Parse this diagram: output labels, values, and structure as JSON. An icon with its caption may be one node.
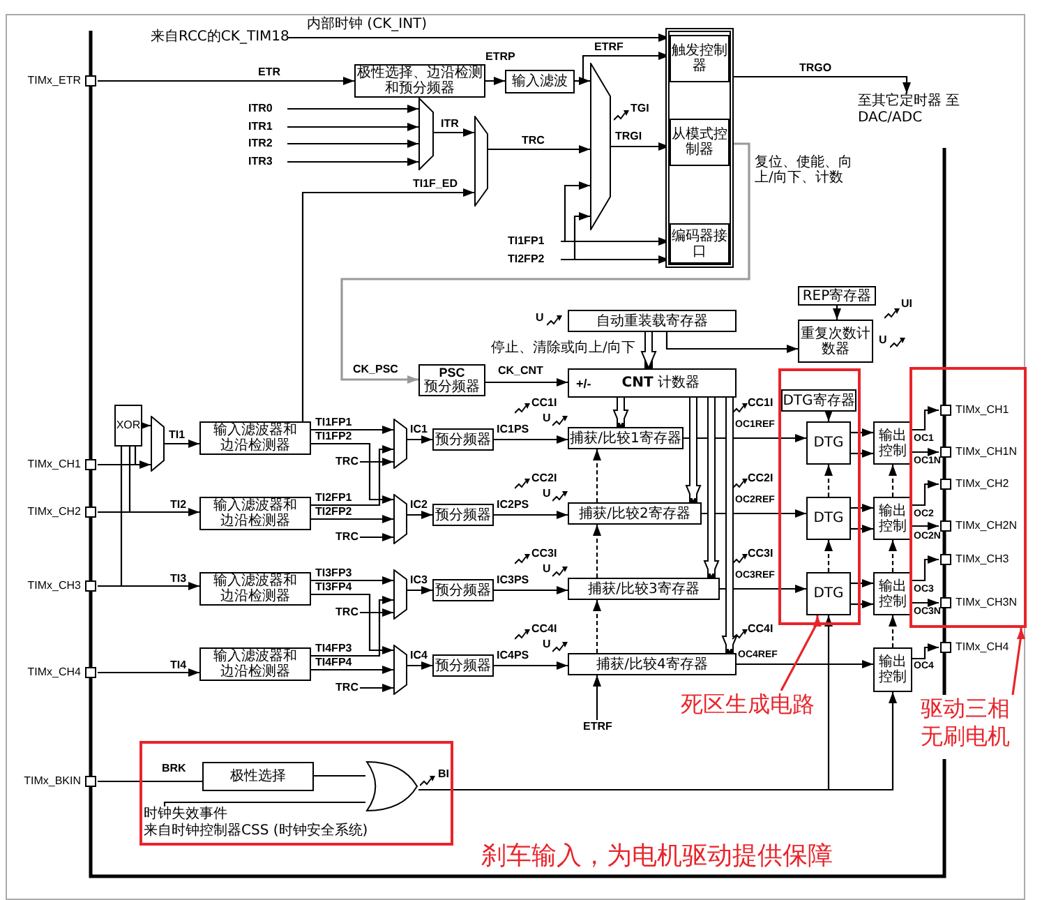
{
  "diagram": {
    "nodes": [
      {
        "text": [
          "来自RCC的CK_TIM18"
        ]
      },
      {
        "text": [
          "TIMx_ETR"
        ]
      },
      {
        "text": [
          "极性选择、边沿检测和预分频器"
        ]
      },
      {
        "text": [
          "输入滤波"
        ]
      },
      {
        "text": [],
        "shape": "trapezoid"
      },
      {
        "text": [],
        "shape": "trapezoid"
      },
      {
        "text": [],
        "shape": "trapezoid"
      },
      {
        "text": [],
        "shape": "box"
      },
      {
        "text": [
          "触发控制器"
        ],
        "in": 7
      },
      {
        "text": [
          "从模式控制器"
        ],
        "in": 7
      },
      {
        "text": [
          "编码器接口"
        ],
        "in": 7
      },
      {
        "text": [
          "ITR0"
        ]
      },
      {
        "text": [
          "ITR1"
        ]
      },
      {
        "text": [
          "ITR2"
        ]
      },
      {
        "text": [
          "ITR3"
        ]
      },
      {
        "text": [
          "TI1FP1"
        ]
      },
      {
        "text": [
          "TI2FP2"
        ]
      },
      {
        "text": [
          "PSC",
          "预分频器"
        ]
      },
      {
        "text": [
          "自动重装载寄存器"
        ]
      },
      {
        "text": [
          "+/-",
          "**CNT** 计数器"
        ]
      },
      {
        "text": [
          "REP寄存器"
        ]
      },
      {
        "text": [
          "重复次数计数器"
        ]
      },
      {
        "text": [
          "TIMx_CH1"
        ]
      },
      {
        "text": [
          "TIMx_CH2"
        ]
      },
      {
        "text": [
          "TIMx_CH3"
        ]
      },
      {
        "text": [
          "TIMx_CH4"
        ]
      },
      {
        "text": [
          "XOR"
        ]
      },
      {
        "text": [],
        "shape": "trapezoid"
      },
      {
        "text": [
          "输入滤波器和边沿检测器"
        ]
      },
      {
        "text": [
          "输入滤波器和边沿检测器"
        ]
      },
      {
        "text": [
          "输入滤波器和边沿检测器"
        ]
      },
      {
        "text": [
          "输入滤波器和边沿检测器"
        ]
      },
      {
        "text": [],
        "shape": "trapezoid"
      },
      {
        "text": [],
        "shape": "trapezoid"
      },
      {
        "text": [],
        "shape": "trapezoid"
      },
      {
        "text": [],
        "shape": "trapezoid"
      },
      {
        "text": [
          "预分频器"
        ]
      },
      {
        "text": [
          "预分频器"
        ]
      },
      {
        "text": [
          "预分频器"
        ]
      },
      {
        "text": [
          "预分频器"
        ]
      },
      {
        "text": [
          "捕获/比较1寄存器"
        ]
      },
      {
        "text": [
          "捕获/比较2寄存器"
        ]
      },
      {
        "text": [
          "捕获/比较3寄存器"
        ]
      },
      {
        "text": [
          "捕获/比较4寄存器"
        ]
      },
      {
        "text": [],
        "shape": "box"
      },
      {
        "text": [
          "DTG寄存器"
        ],
        "in": 44
      },
      {
        "text": [
          "DTG"
        ],
        "in": 44
      },
      {
        "text": [
          "DTG"
        ],
        "in": 44
      },
      {
        "text": [
          "DTG"
        ],
        "in": 44
      },
      {
        "text": [
          "输出控制"
        ]
      },
      {
        "text": [
          "输出控制"
        ]
      },
      {
        "text": [
          "输出控制"
        ]
      },
      {
        "text": [
          "输出控制"
        ]
      },
      {
        "text": [],
        "shape": "box"
      },
      {
        "text": [
          "TIMx_CH1"
        ],
        "in": 53
      },
      {
        "text": [
          "TIMx_CH1N"
        ],
        "in": 53
      },
      {
        "text": [
          "TIMx_CH2"
        ],
        "in": 53
      },
      {
        "text": [
          "TIMx_CH2N"
        ],
        "in": 53
      },
      {
        "text": [
          "TIMx_CH3"
        ],
        "in": 53
      },
      {
        "text": [
          "TIMx_CH3N"
        ],
        "in": 53
      },
      {
        "text": [
          "TIMx_CH4"
        ]
      },
      {
        "text": [
          "TIMx_BKIN"
        ]
      },
      {
        "text": [],
        "shape": "box"
      },
      {
        "text": [
          "极性选择"
        ],
        "in": 62
      },
      {
        "text": [],
        "shape": "gate",
        "in": 62
      },
      {
        "text": [
          "ETRF"
        ]
      },
      {
        "text": [
          "死区生成电路"
        ]
      },
      {
        "text": [
          "驱动三相无刷电机"
        ]
      },
      {
        "text": [
          "至其它定时器 至 DAC/ADC"
        ]
      },
      {
        "text": [
          "时钟失效事件",
          "来自时钟控制器CSS (时钟安全系统)"
        ],
        "in": 62
      }
    ],
    "edges": [
      {
        "from": 0,
        "to": 8,
        "arrow": "to",
        "label": "内部时钟 (CK_INT)"
      },
      {
        "from": 1,
        "to": 2,
        "arrow": "to",
        "label": "ETR"
      },
      {
        "from": 2,
        "to": 3,
        "arrow": "to",
        "label": "ETRP"
      },
      {
        "from": 3,
        "to": 6,
        "arrow": "to"
      },
      {
        "from": 3,
        "to": 8,
        "arrow": "to",
        "label": "ETRF"
      },
      {
        "from": 11,
        "to": 4,
        "arrow": "to"
      },
      {
        "from": 12,
        "to": 4,
        "arrow": "to"
      },
      {
        "from": 13,
        "to": 4,
        "arrow": "to"
      },
      {
        "from": 14,
        "to": 4,
        "arrow": "to"
      },
      {
        "from": 4,
        "to": 5,
        "arrow": "to",
        "label": "ITR"
      },
      {
        "from": 28,
        "to": 5,
        "arrow": "to",
        "label": "TI1F_ED"
      },
      {
        "from": 5,
        "to": 6,
        "arrow": "to",
        "label": "TRC"
      },
      {
        "from": 6,
        "to": 9,
        "arrow": "to",
        "label": "TRGI"
      },
      {
        "from": 15,
        "to": 6,
        "arrow": "to"
      },
      {
        "from": 16,
        "to": 6,
        "arrow": "to"
      },
      {
        "from": 15,
        "to": 10,
        "arrow": "to"
      },
      {
        "from": 16,
        "to": 10,
        "arrow": "to"
      },
      {
        "from": 8,
        "to": 68,
        "arrow": "to",
        "label": "TRGO"
      },
      {
        "from": 9,
        "to": 17,
        "arrow": "to",
        "label": "CK_PSC",
        "color": "#999999"
      },
      {
        "from": 17,
        "to": 19,
        "arrow": "to",
        "label": "CK_CNT"
      },
      {
        "from": 18,
        "to": 19,
        "arrow": "to",
        "style": "thick"
      },
      {
        "from": 18,
        "to": 21,
        "arrow": "to",
        "label": "停止、清除或向上/向下"
      },
      {
        "from": 20,
        "to": 21,
        "arrow": "to"
      },
      {
        "from": 22,
        "to": 27,
        "arrow": "to"
      },
      {
        "from": 22,
        "to": 26,
        "arrow": "none"
      },
      {
        "from": 23,
        "to": 26,
        "arrow": "none"
      },
      {
        "from": 24,
        "to": 26,
        "arrow": "none"
      },
      {
        "from": 26,
        "to": 27,
        "arrow": "to"
      },
      {
        "from": 27,
        "to": 28,
        "arrow": "to",
        "label": "TI1"
      },
      {
        "from": 23,
        "to": 29,
        "arrow": "to",
        "label": "TI2"
      },
      {
        "from": 24,
        "to": 30,
        "arrow": "to",
        "label": "TI3"
      },
      {
        "from": 25,
        "to": 31,
        "arrow": "to",
        "label": "TI4"
      },
      {
        "from": 28,
        "to": 32,
        "arrow": "to",
        "label": "TI1FP1"
      },
      {
        "from": 28,
        "to": 33,
        "arrow": "to",
        "label": "TI1FP2"
      },
      {
        "from": null,
        "to": 32,
        "arrow": "to",
        "label": "TRC"
      },
      {
        "from": 29,
        "to": 32,
        "arrow": "to",
        "label": "TI2FP1"
      },
      {
        "from": 29,
        "to": 33,
        "arrow": "to",
        "label": "TI2FP2"
      },
      {
        "from": null,
        "to": 33,
        "arrow": "to",
        "label": "TRC"
      },
      {
        "from": 30,
        "to": 34,
        "arrow": "to",
        "label": "TI3FP3"
      },
      {
        "from": 30,
        "to": 35,
        "arrow": "to",
        "label": "TI3FP4"
      },
      {
        "from": null,
        "to": 34,
        "arrow": "to",
        "label": "TRC"
      },
      {
        "from": 31,
        "to": 34,
        "arrow": "to",
        "label": "TI4FP3"
      },
      {
        "from": 31,
        "to": 35,
        "arrow": "to",
        "label": "TI4FP4"
      },
      {
        "from": null,
        "to": 35,
        "arrow": "to",
        "label": "TRC"
      },
      {
        "from": 32,
        "to": 36,
        "arrow": "to",
        "label": "IC1"
      },
      {
        "from": 33,
        "to": 37,
        "arrow": "to",
        "label": "IC2"
      },
      {
        "from": 34,
        "to": 38,
        "arrow": "to",
        "label": "IC3"
      },
      {
        "from": 35,
        "to": 39,
        "arrow": "to",
        "label": "IC4"
      },
      {
        "from": 36,
        "to": 40,
        "arrow": "to",
        "label": "IC1PS"
      },
      {
        "from": 37,
        "to": 41,
        "arrow": "to",
        "label": "IC2PS"
      },
      {
        "from": 38,
        "to": 42,
        "arrow": "to",
        "label": "IC3PS"
      },
      {
        "from": 39,
        "to": 43,
        "arrow": "to",
        "label": "IC4PS"
      },
      {
        "from": 19,
        "to": 40,
        "arrow": "to",
        "style": "thick"
      },
      {
        "from": 19,
        "to": 41,
        "arrow": "to",
        "style": "thick"
      },
      {
        "from": 19,
        "to": 42,
        "arrow": "to",
        "style": "thick"
      },
      {
        "from": 19,
        "to": 43,
        "arrow": "to",
        "style": "thick"
      },
      {
        "from": 65,
        "to": 43,
        "arrow": "to"
      },
      {
        "from": 43,
        "to": 42,
        "arrow": "to",
        "style": "dashed"
      },
      {
        "from": 42,
        "to": 41,
        "arrow": "to",
        "style": "dashed"
      },
      {
        "from": 41,
        "to": 40,
        "arrow": "to",
        "style": "dashed"
      },
      {
        "from": 45,
        "to": 46,
        "arrow": "to"
      },
      {
        "from": 40,
        "to": 46,
        "arrow": "to",
        "label": "OC1REF"
      },
      {
        "from": 41,
        "to": 47,
        "arrow": "to",
        "label": "OC2REF"
      },
      {
        "from": 42,
        "to": 48,
        "arrow": "to",
        "label": "OC3REF"
      },
      {
        "from": 43,
        "to": 52,
        "arrow": "to",
        "label": "OC4REF"
      },
      {
        "from": 46,
        "to": 49,
        "arrow": "to"
      },
      {
        "from": 46,
        "to": 49,
        "arrow": "to"
      },
      {
        "from": 47,
        "to": 50,
        "arrow": "to"
      },
      {
        "from": 47,
        "to": 50,
        "arrow": "to"
      },
      {
        "from": 48,
        "to": 51,
        "arrow": "to"
      },
      {
        "from": 48,
        "to": 51,
        "arrow": "to"
      },
      {
        "from": 49,
        "to": 54,
        "arrow": "to",
        "label": "OC1"
      },
      {
        "from": 49,
        "to": 55,
        "arrow": "to",
        "label": "OC1N"
      },
      {
        "from": 50,
        "to": 56,
        "arrow": "to",
        "label": "OC2"
      },
      {
        "from": 50,
        "to": 57,
        "arrow": "to",
        "label": "OC2N"
      },
      {
        "from": 51,
        "to": 58,
        "arrow": "to",
        "label": "OC3"
      },
      {
        "from": 51,
        "to": 59,
        "arrow": "to",
        "label": "OC3N"
      },
      {
        "from": 52,
        "to": 60,
        "arrow": "to",
        "label": "OC4"
      },
      {
        "from": 48,
        "to": 47,
        "arrow": "to",
        "style": "dashed"
      },
      {
        "from": 47,
        "to": 46,
        "arrow": "to",
        "style": "dashed"
      },
      {
        "from": 52,
        "to": 51,
        "arrow": "to",
        "style": "dashed"
      },
      {
        "from": 51,
        "to": 50,
        "arrow": "to",
        "style": "dashed"
      },
      {
        "from": 50,
        "to": 49,
        "arrow": "to",
        "style": "dashed"
      },
      {
        "from": 61,
        "to": 63,
        "arrow": "none",
        "label": "BRK"
      },
      {
        "from": 63,
        "to": 64,
        "arrow": "none"
      },
      {
        "from": 69,
        "to": 64,
        "arrow": "none"
      },
      {
        "from": 64,
        "to": 48,
        "arrow": "to"
      },
      {
        "from": 64,
        "to": 52,
        "arrow": "to"
      },
      {
        "from": 66,
        "to": 48,
        "arrow": "to",
        "color": "#e8242a"
      },
      {
        "from": 67,
        "to": 53,
        "arrow": "to",
        "color": "#e8242a"
      }
    ],
    "labels": [
      "TGI",
      "复位、使能、向上/向下、计数",
      "U",
      "UI",
      "U",
      "CC1I",
      "U",
      "CC1I",
      "CC2I",
      "U",
      "CC2I",
      "CC3I",
      "U",
      "CC3I",
      "CC4I",
      "U",
      "CC4I",
      "BI",
      "刹车输入，为电机驱动提供保障"
    ]
  }
}
